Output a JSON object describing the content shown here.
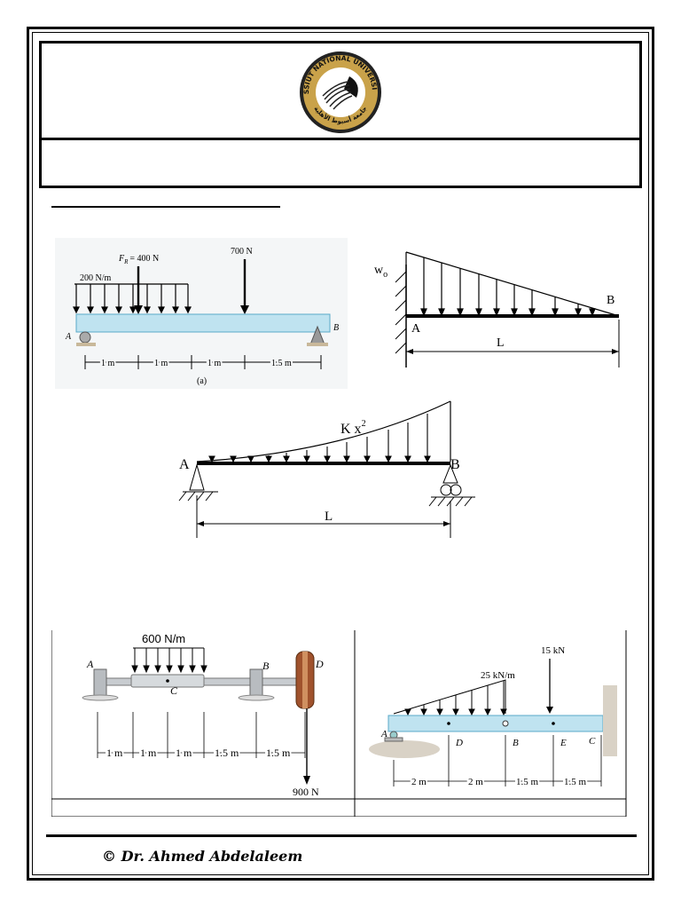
{
  "logo": {
    "ring_text_top": "ASSIUT NATIONAL UNIVERSITY",
    "ring_text_bottom": "جامعة أسيوط الأهلية"
  },
  "fig_a": {
    "force_resultant": "F",
    "force_resultant_sub": "R",
    "force_resultant_value": "= 400 N",
    "dist_load": "200 N/m",
    "point_load": "700 N",
    "support_a": "A",
    "support_b": "B",
    "dims": [
      "1 m",
      "1 m",
      "1 m",
      "1.5 m"
    ],
    "caption": "(a)"
  },
  "fig_triangle": {
    "load_label": "w",
    "load_sub": "o",
    "end_a": "A",
    "end_b": "B",
    "length": "L"
  },
  "fig_kx2": {
    "load_label": "K x",
    "load_exp": "2",
    "end_a": "A",
    "end_b": "B",
    "length": "L"
  },
  "fig_shaft": {
    "dist_load": "600 N/m",
    "a": "A",
    "b": "B",
    "c": "C",
    "d": "D",
    "dims": [
      "1 m",
      "1 m",
      "1 m",
      "1.5 m",
      "1.5 m"
    ],
    "hanging_load": "900 N"
  },
  "fig_cantilever": {
    "point_load": "15 kN",
    "dist_load": "25 kN/m",
    "a": "A",
    "b": "B",
    "c": "C",
    "d": "D",
    "e": "E",
    "dims": [
      "2 m",
      "2 m",
      "1.5 m",
      "1.5 m"
    ]
  },
  "footer": {
    "copyright": "© Dr. Ahmed Abdelaleem"
  },
  "colors": {
    "beam_blue": "#bfe3f0",
    "beam_edge": "#5aa9c8",
    "shaft_gray": "#c8ccd0",
    "pulley_brown": "#a0522d"
  }
}
